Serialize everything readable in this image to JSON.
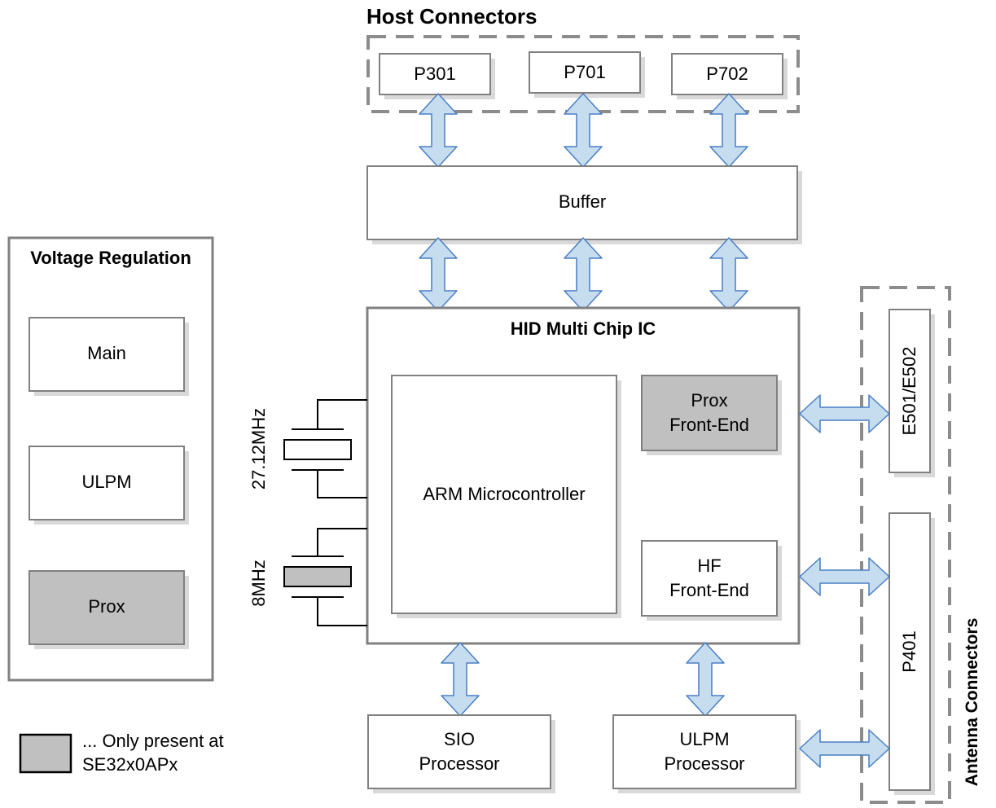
{
  "host_connectors": {
    "title": "Host Connectors",
    "items": [
      "P301",
      "P701",
      "P702"
    ]
  },
  "buffer": {
    "label": "Buffer"
  },
  "voltage_regulation": {
    "title": "Voltage Regulation",
    "items": [
      {
        "label": "Main",
        "prox_only": false
      },
      {
        "label": "ULPM",
        "prox_only": false
      },
      {
        "label": "Prox",
        "prox_only": true
      }
    ]
  },
  "multi_chip": {
    "title": "HID Multi Chip IC",
    "arm": "ARM Microcontroller",
    "prox_front_end": {
      "line1": "Prox",
      "line2": "Front-End",
      "prox_only": true
    },
    "hf_front_end": {
      "line1": "HF",
      "line2": "Front-End",
      "prox_only": false
    }
  },
  "crystals": [
    {
      "label": "27.12MHz",
      "prox_only": false
    },
    {
      "label": "8MHz",
      "prox_only": true
    }
  ],
  "sio_processor": {
    "line1": "SIO",
    "line2": "Processor"
  },
  "ulpm_processor": {
    "line1": "ULPM",
    "line2": "Processor"
  },
  "antenna_connectors": {
    "title": "Antenna Connectors",
    "items": [
      "E501/E502",
      "P401"
    ]
  },
  "legend": {
    "line1": "... Only present at",
    "line2": "SE32x0APx"
  },
  "colors": {
    "box_border": "#808080",
    "box_fill": "#ffffff",
    "prox_fill": "#c0c0c0",
    "arrow_fill": "#c6ddf0",
    "arrow_stroke": "#4a7fc4",
    "shadow": "#d9d9d9"
  }
}
